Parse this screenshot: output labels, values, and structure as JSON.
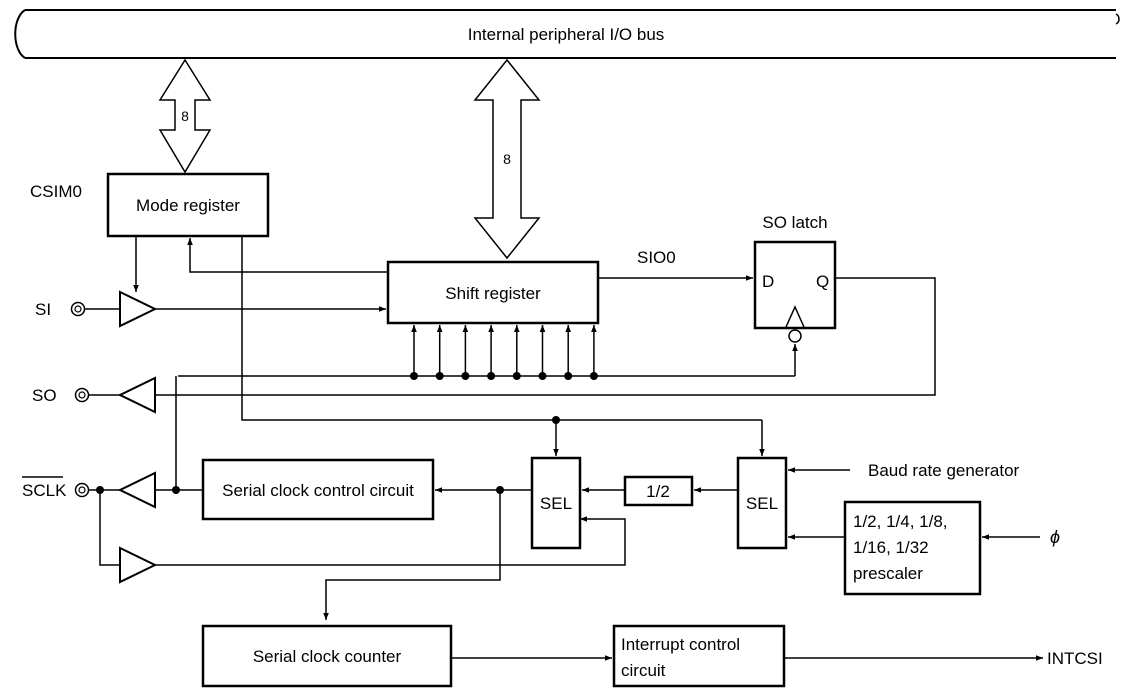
{
  "bus": {
    "label": "Internal peripheral I/O bus"
  },
  "bus_widths": {
    "left": "8",
    "right": "8"
  },
  "registers": {
    "csim0": "CSIM0",
    "mode": "Mode register",
    "shift": "Shift register",
    "sio0": "SIO0"
  },
  "latch": {
    "title": "SO latch",
    "d": "D",
    "q": "Q"
  },
  "pins": {
    "si": "SI",
    "so": "SO",
    "sclk": "SCLK"
  },
  "blocks": {
    "serial_clock_control": "Serial clock control circuit",
    "sel1": "SEL",
    "div2": "1/2",
    "sel2": "SEL",
    "baud": "Baud rate generator",
    "prescaler_line1": "1/2, 1/4, 1/8,",
    "prescaler_line2": "1/16, 1/32",
    "prescaler_line3": "prescaler",
    "phi": "ϕ",
    "serial_clock_counter": "Serial clock counter",
    "interrupt_line1": "Interrupt control",
    "interrupt_line2": "circuit",
    "intcsi": "INTCSI"
  }
}
